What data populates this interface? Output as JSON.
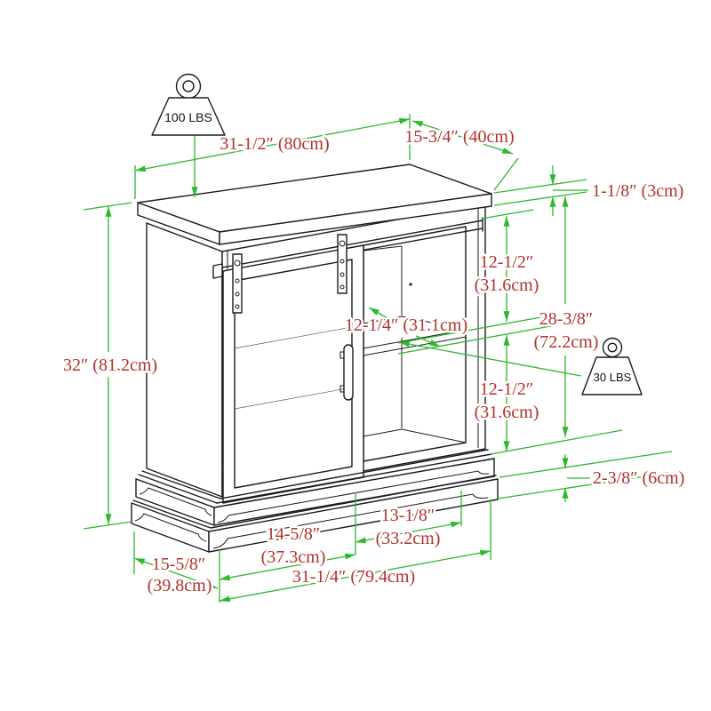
{
  "diagram": {
    "type": "furniture-dimension-drawing",
    "product": "sliding-mesh-door accent cabinet with side shelves",
    "colors": {
      "drawing_line": "#1b1b1b",
      "dimension_line": "#2db82d",
      "dimension_text": "#b23229",
      "background": "#ffffff"
    },
    "weights": {
      "top_capacity": "100 LBS",
      "shelf_capacity": "30 LBS"
    },
    "dims": {
      "top_width": "31-1/2″ (80cm)",
      "top_depth": "15-3/4″ (40cm)",
      "top_thickness": "1-1/8″ (3cm)",
      "upper_compartment_in": "12-1/2″",
      "upper_compartment_cm": "(31.6cm)",
      "shelf_depth": "12-1/4″ (31.1cm)",
      "carcass_height_in": "28-3/8″",
      "carcass_height_cm": "(72.2cm)",
      "overall_height": "32″ (81.2cm)",
      "lower_compartment_in": "12-1/2″",
      "lower_compartment_cm": "(31.6cm)",
      "base_height": "2-3/8″ (6cm)",
      "open_section_width_in": "13-1/8″",
      "open_section_width_cm": "(33.2cm)",
      "door_section_width_in": "14-5/8″",
      "door_section_width_cm": "(37.3cm)",
      "base_depth_in": "15-5/8″",
      "base_depth_cm": "(39.8cm)",
      "base_width": "31-1/4″ (79.4cm)"
    }
  }
}
